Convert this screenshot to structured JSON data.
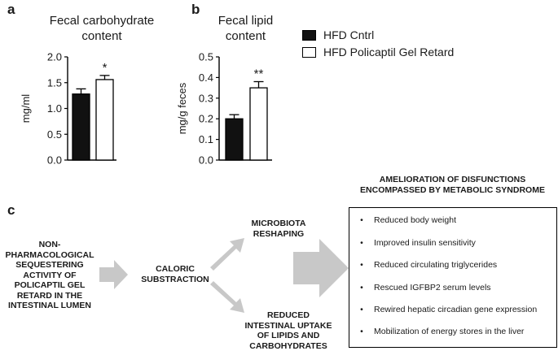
{
  "panels": {
    "a": "a",
    "b": "b",
    "c": "c"
  },
  "legend": {
    "items": [
      {
        "label": "HFD Cntrl",
        "color": "#111111"
      },
      {
        "label": "HFD Policaptil Gel Retard",
        "color": "#ffffff"
      }
    ]
  },
  "chart_data": [
    {
      "type": "bar",
      "title": "Fecal carbohydrate content",
      "ylabel": "mg/ml",
      "xlabel": "",
      "ylim": [
        0,
        2.0
      ],
      "yticks": [
        "0.0",
        "0.5",
        "1.0",
        "1.5",
        "2.0"
      ],
      "categories": [
        "HFD Cntrl",
        "HFD Policaptil Gel Retard"
      ],
      "values": [
        1.28,
        1.56
      ],
      "errors": [
        0.1,
        0.08
      ],
      "colors": [
        "#111111",
        "#ffffff"
      ],
      "annotations": [
        "",
        "*"
      ]
    },
    {
      "type": "bar",
      "title": "Fecal lipid content",
      "ylabel": "mg/g feces",
      "xlabel": "",
      "ylim": [
        0,
        0.5
      ],
      "yticks": [
        "0.0",
        "0.1",
        "0.2",
        "0.3",
        "0.4",
        "0.5"
      ],
      "categories": [
        "HFD Cntrl",
        "HFD Policaptil Gel Retard"
      ],
      "values": [
        0.2,
        0.35
      ],
      "errors": [
        0.02,
        0.03
      ],
      "colors": [
        "#111111",
        "#ffffff"
      ],
      "annotations": [
        "",
        "**"
      ]
    }
  ],
  "diagram": {
    "source": "NON-PHARMACOLOGICAL SEQUESTERING ACTIVITY OF POLICAPTIL GEL RETARD IN THE INTESTINAL LUMEN",
    "middle": "CALORIC SUBSTRACTION",
    "upper": "MICROBIOTA RESHAPING",
    "lower": "REDUCED INTESTINAL UPTAKE OF LIPIDS AND CARBOHYDRATES",
    "outcome_title": "AMELIORATION OF DISFUNCTIONS ENCOMPASSED BY METABOLIC SYNDROME",
    "bullet": "•",
    "outcomes": [
      "Reduced body weight",
      "Improved insulin sensitivity",
      "Reduced circulating triglycerides",
      "Rescued IGFBP2 serum levels",
      "Rewired hepatic circadian gene expression",
      "Mobilization of energy stores in the liver"
    ],
    "arrow_color": "#c8c8c8"
  }
}
